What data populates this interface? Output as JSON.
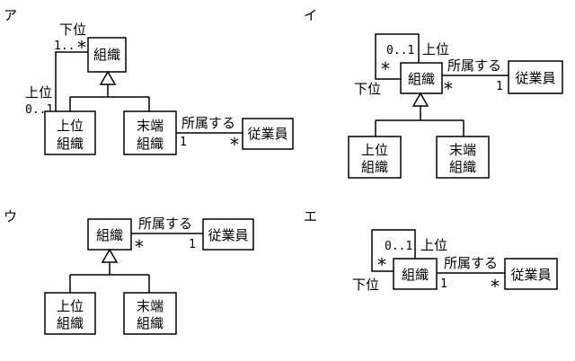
{
  "panels": {
    "a": {
      "label": "ア",
      "top": "組織",
      "left": "上位",
      "left2": "組織",
      "right": "末端",
      "right2": "組織",
      "emp": "従業員",
      "assoc": "所属する",
      "roleA": "下位",
      "multA": "1..",
      "starA": "*",
      "roleB": "上位",
      "multB": "0..1",
      "empMult": "1",
      "empStar": "*"
    },
    "i": {
      "label": "イ",
      "top": "組織",
      "left": "上位",
      "left2": "組織",
      "right": "末端",
      "right2": "組織",
      "emp": "従業員",
      "assoc": "所属する",
      "selfMult": "0..1",
      "selfRole": "上位",
      "selfStar": "*",
      "selfRole2": "下位",
      "orgStar": "*",
      "empMult": "1"
    },
    "u": {
      "label": "ウ",
      "top": "組織",
      "left": "上位",
      "left2": "組織",
      "right": "末端",
      "right2": "組織",
      "emp": "従業員",
      "assoc": "所属する",
      "orgStar": "*",
      "empMult": "1"
    },
    "e": {
      "label": "エ",
      "top": "組織",
      "emp": "従業員",
      "assoc": "所属する",
      "selfMult": "0..1",
      "selfRole": "上位",
      "selfStar": "*",
      "selfRole2": "下位",
      "orgMult": "1",
      "empStar": "*"
    }
  }
}
